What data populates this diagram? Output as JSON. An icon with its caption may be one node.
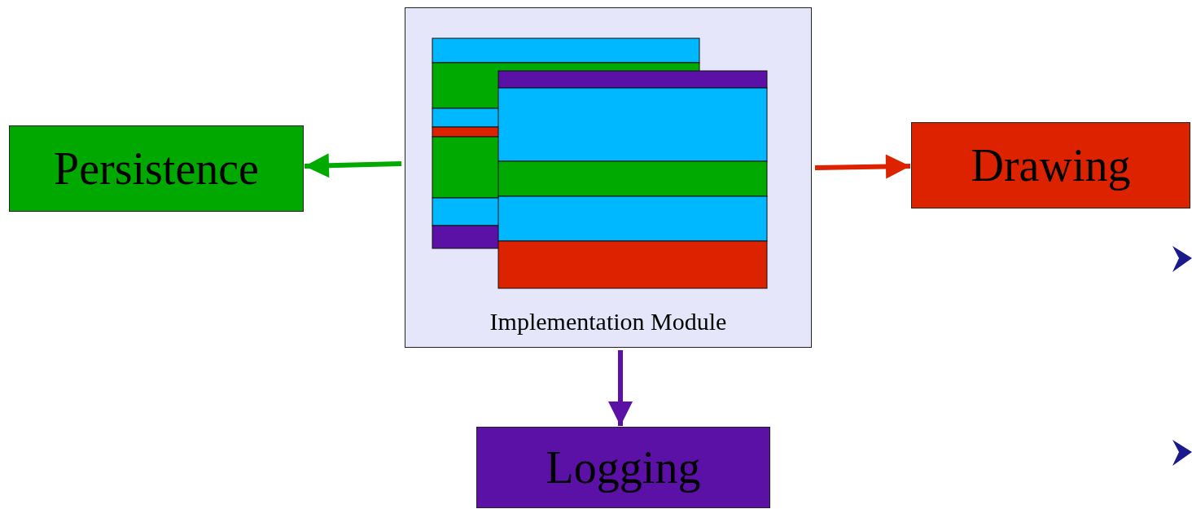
{
  "diagram": {
    "nodes": [
      {
        "text": [
          "Implementation Module"
        ]
      },
      {
        "text": [
          "Persistence"
        ]
      },
      {
        "text": [
          "Drawing"
        ]
      },
      {
        "text": [
          "Logging"
        ]
      }
    ],
    "edges": [
      {
        "from": 0,
        "to": 1,
        "arrow": "to",
        "color": "#00aa00"
      },
      {
        "from": 0,
        "to": 2,
        "arrow": "to",
        "color": "#dd2200"
      },
      {
        "from": 0,
        "to": 3,
        "arrow": "to",
        "color": "#5b10a6"
      }
    ]
  }
}
